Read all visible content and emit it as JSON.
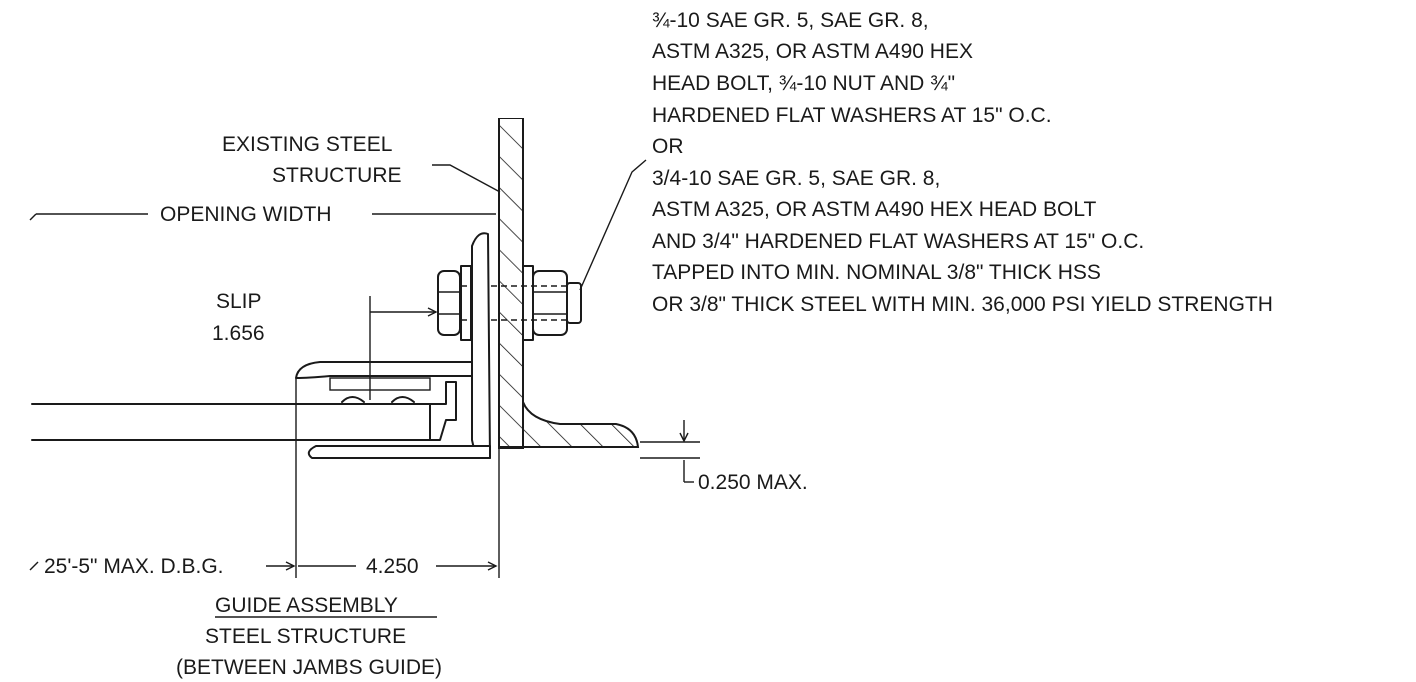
{
  "colors": {
    "ink": "#1a1a1a",
    "paper": "#ffffff"
  },
  "note": {
    "line1": "¾-10 SAE GR. 5, SAE GR. 8,",
    "line2": "ASTM A325, OR ASTM A490 HEX",
    "line3": "HEAD BOLT, ¾-10 NUT AND ¾\"",
    "line4": "HARDENED FLAT WASHERS AT 15\" O.C.",
    "line5": "OR",
    "line6": "3/4-10 SAE GR. 5, SAE GR. 8,",
    "line7": "ASTM A325, OR ASTM A490 HEX HEAD BOLT",
    "line8": "AND 3/4\" HARDENED FLAT WASHERS AT 15\" O.C.",
    "line9": "TAPPED INTO MIN. NOMINAL 3/8\" THICK HSS",
    "line10": "OR 3/8\" THICK STEEL WITH MIN. 36,000 PSI YIELD STRENGTH"
  },
  "labels": {
    "existing_steel_1": "EXISTING STEEL",
    "existing_steel_2": "STRUCTURE",
    "opening_width": "OPENING WIDTH",
    "slip_label": "SLIP",
    "slip_value": "1.656",
    "gap_max": "0.250 MAX.",
    "max_dbg": "25'-5\" MAX. D.B.G.",
    "dim_4250": "4.250"
  },
  "caption": {
    "line1": "GUIDE ASSEMBLY",
    "line2": "STEEL STRUCTURE",
    "line3": "(BETWEEN JAMBS GUIDE)"
  }
}
